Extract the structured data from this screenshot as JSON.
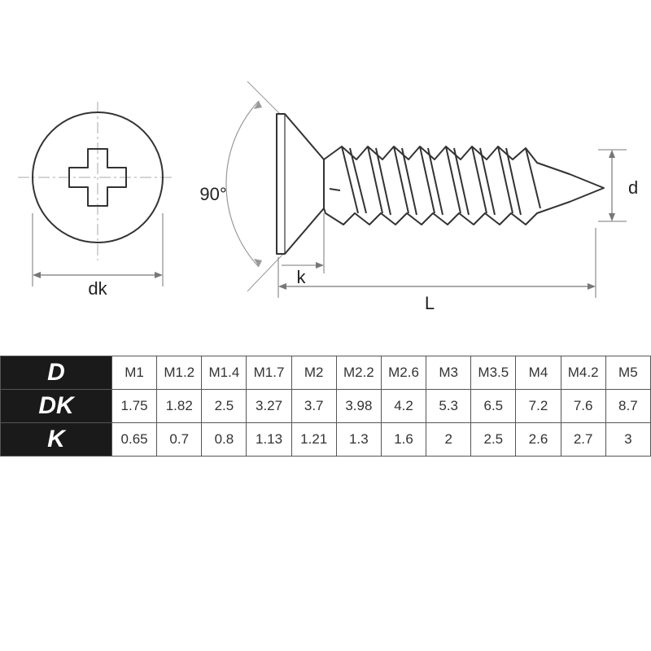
{
  "diagram": {
    "labels": {
      "dk": "dk",
      "angle": "90°",
      "k": "k",
      "d": "d",
      "L": "L"
    }
  },
  "table": {
    "rows": [
      {
        "header": "D",
        "values": [
          "M1",
          "M1.2",
          "M1.4",
          "M1.7",
          "M2",
          "M2.2",
          "M2.6",
          "M3",
          "M3.5",
          "M4",
          "M4.2",
          "M5"
        ]
      },
      {
        "header": "DK",
        "values": [
          "1.75",
          "1.82",
          "2.5",
          "3.27",
          "3.7",
          "3.98",
          "4.2",
          "5.3",
          "6.5",
          "7.2",
          "7.6",
          "8.7"
        ]
      },
      {
        "header": "K",
        "values": [
          "0.65",
          "0.7",
          "0.8",
          "1.13",
          "1.21",
          "1.3",
          "1.6",
          "2",
          "2.5",
          "2.6",
          "2.7",
          "3"
        ]
      }
    ]
  }
}
